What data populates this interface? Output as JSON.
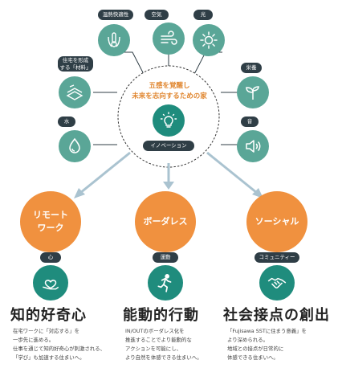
{
  "senses": [
    {
      "label": "温熱快適性",
      "icon": "thermometer-hand-icon"
    },
    {
      "label": "空気",
      "icon": "wind-icon"
    },
    {
      "label": "光",
      "icon": "sun-icon"
    },
    {
      "label": "住宅を形成する「材料」",
      "line1": "住宅を形成",
      "line2": "する「材料」",
      "icon": "materials-icon"
    },
    {
      "label": "栄養",
      "icon": "sprout-icon"
    },
    {
      "label": "水",
      "icon": "water-drop-icon"
    },
    {
      "label": "音",
      "icon": "speaker-icon"
    }
  ],
  "center": {
    "line1": "五感を覚醒し",
    "line2": "未来を志向するための家",
    "badge": "イノベーション",
    "icon": "lightbulb-icon"
  },
  "pillars": [
    {
      "circle": "リモート\nワーク",
      "tag": "心",
      "icon": "heart-hand-icon",
      "title": "知的好奇心",
      "desc": [
        "在宅ワークに「対応する」を",
        "一歩先に進める。",
        "仕事を通じて知的好奇心が刺激される、",
        "「学び」も加速する住まいへ。"
      ]
    },
    {
      "circle": "ボーダレス",
      "tag": "運動",
      "icon": "running-person-icon",
      "title": "能動的行動",
      "desc": [
        "IN/OUTのボーダレス化を",
        "推進することでより能動的な",
        "アクションを可能にし、",
        "より自然を体感できる住まいへ。"
      ]
    },
    {
      "circle": "ソーシャル",
      "tag": "コミュニティー",
      "icon": "handshake-icon",
      "title": "社会接点の創出",
      "desc": [
        "「Fujisawa SSTに住まう意義」を",
        "より深められる。",
        "地域との接点が日常的に",
        "体感できる住まいへ。"
      ]
    }
  ],
  "colors": {
    "teal": "#5aa697",
    "dark_teal": "#1f8c7d",
    "orange": "#f0913f",
    "label_bg": "#2f3e46",
    "arrow": "#aac3d0"
  }
}
